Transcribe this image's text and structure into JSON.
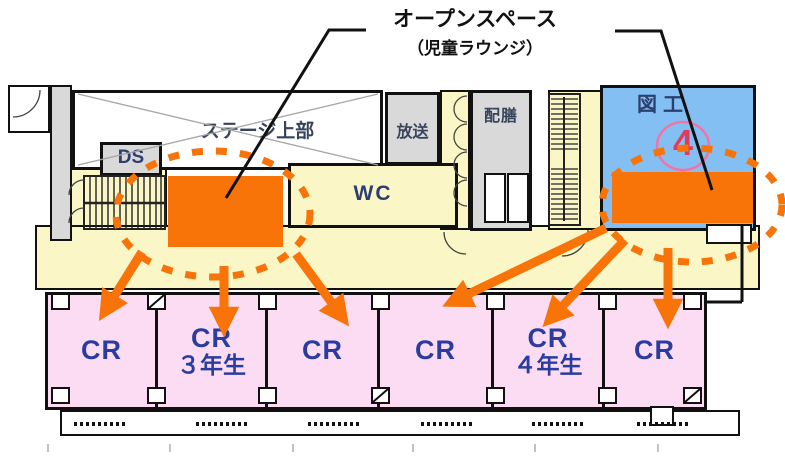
{
  "title": {
    "line1": "オープンスペース",
    "line2": "（児童ラウンジ）"
  },
  "rooms": {
    "stage": "ステージ上部",
    "ds": "DS",
    "broadcast": "放送",
    "serving": "配膳",
    "art": "図工",
    "wc": "WC"
  },
  "badge": {
    "number": "4"
  },
  "classrooms": [
    {
      "label": "CR",
      "sub": ""
    },
    {
      "label": "CR",
      "sub": "３年生"
    },
    {
      "label": "CR",
      "sub": ""
    },
    {
      "label": "CR",
      "sub": ""
    },
    {
      "label": "CR",
      "sub": "４年生"
    },
    {
      "label": "CR",
      "sub": ""
    }
  ],
  "colors": {
    "open_space_orange": "#F87408",
    "corridor_yellow": "#FAF6C6",
    "classroom_pink": "#FBDCF2",
    "art_room_blue": "#83BFF2",
    "service_gray": "#D9D9D9",
    "cr_text_blue": "#2B3CA0",
    "badge_pink": "#F0569F",
    "wall_black": "#111111"
  }
}
